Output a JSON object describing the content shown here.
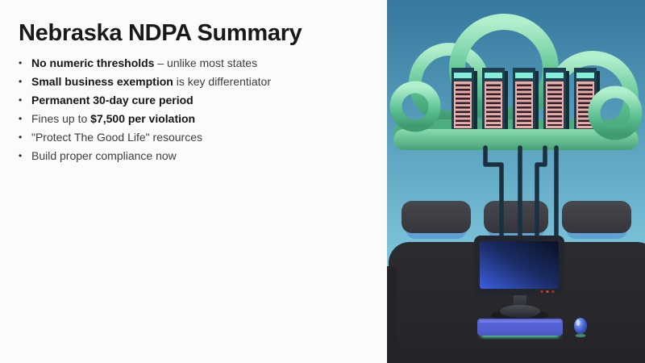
{
  "slide": {
    "title": "Nebraska NDPA Summary",
    "bullets": [
      {
        "segments": [
          {
            "text": "No numeric thresholds",
            "bold": true
          },
          {
            "text": " – unlike most states",
            "bold": false
          }
        ]
      },
      {
        "segments": [
          {
            "text": "Small business exemption",
            "bold": true
          },
          {
            "text": " is key differentiator",
            "bold": false
          }
        ]
      },
      {
        "segments": [
          {
            "text": "Permanent 30-day cure period",
            "bold": true
          }
        ]
      },
      {
        "segments": [
          {
            "text": "Fines up to ",
            "bold": false
          },
          {
            "text": "$7,500 per violation",
            "bold": true
          }
        ]
      },
      {
        "segments": [
          {
            "text": "\"Protect The Good Life\" resources",
            "bold": false
          }
        ]
      },
      {
        "segments": [
          {
            "text": "Build proper compliance now",
            "bold": false
          }
        ]
      }
    ]
  },
  "illustration": {
    "description": "3D render: green ribbon cloud holding five server towers, four cables running down past three dark pads to a monitor, keyboard and mouse on a dark desk",
    "server_count": 5,
    "cable_count": 4,
    "pad_count": 3,
    "colors": {
      "sky_top": "#36789e",
      "sky_bottom": "#7fc9de",
      "cloud_green": "#5fc494",
      "cloud_green_light": "#b2efcd",
      "cloud_green_dark": "#3f9c71",
      "tray_green": "#4fae80",
      "server_body": "#1e4152",
      "server_top_mint": "#86eed8",
      "server_panel_pink": "#f2aba3",
      "server_vent": "#262434",
      "cable": "#1c3140",
      "pad_top": "#35353b",
      "pad_base": "#5a9ed2",
      "desk": "#242428",
      "monitor_frame": "#23262c",
      "screen_blue": "#3b5ee0",
      "screen_dark": "#0a1124",
      "stand_gray": "#4a4d55",
      "keyboard_blue": "#4d58c8",
      "glow_green": "#58e8a6",
      "mouse_blue": "#4663d8"
    }
  }
}
